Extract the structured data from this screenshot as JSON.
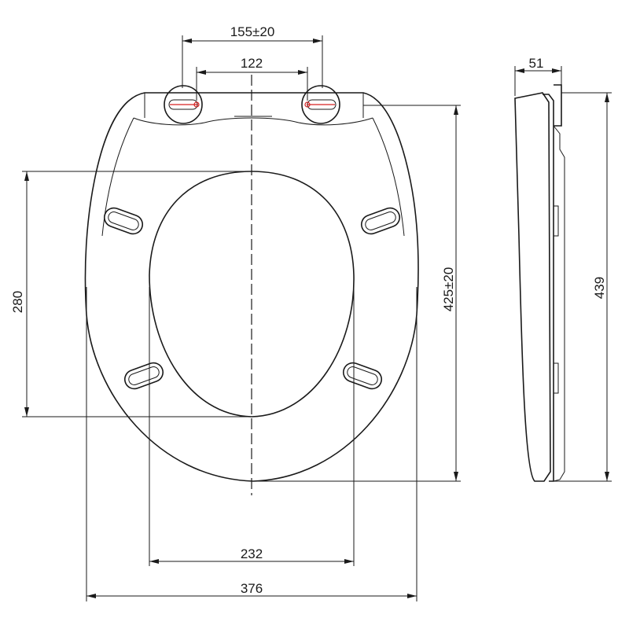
{
  "dimensions": {
    "hinge_outer_spacing": "155±20",
    "hinge_inner_spacing": "122",
    "inner_opening_length": "280",
    "seat_length": "425±20",
    "inner_opening_width": "232",
    "overall_width": "376",
    "profile_thickness": "51",
    "profile_height": "439"
  },
  "colors": {
    "line": "#1a1a1a",
    "hinge_highlight": "#d62020",
    "background": "#ffffff"
  }
}
